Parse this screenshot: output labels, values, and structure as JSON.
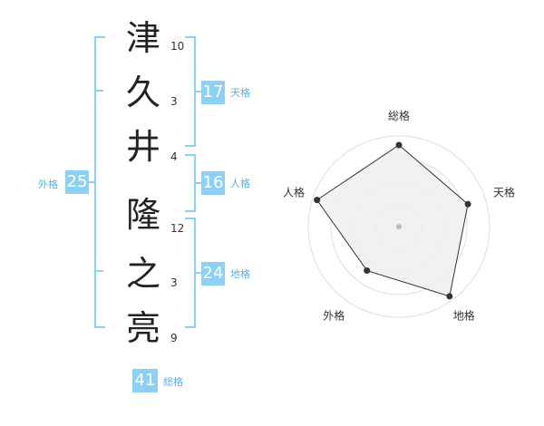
{
  "name": {
    "characters": [
      {
        "char": "津",
        "strokes": "10"
      },
      {
        "char": "久",
        "strokes": "3"
      },
      {
        "char": "井",
        "strokes": "4"
      },
      {
        "char": "隆",
        "strokes": "12"
      },
      {
        "char": "之",
        "strokes": "3"
      },
      {
        "char": "亮",
        "strokes": "9"
      }
    ]
  },
  "fortune": {
    "tenkaku": {
      "value": "17",
      "label": "天格"
    },
    "jinkaku": {
      "value": "16",
      "label": "人格"
    },
    "chikaku": {
      "value": "24",
      "label": "地格"
    },
    "gaikaku": {
      "value": "25",
      "label": "外格"
    },
    "soukaku": {
      "value": "41",
      "label": "総格"
    }
  },
  "chart_data": {
    "type": "radar",
    "axes": [
      "総格",
      "天格",
      "地格",
      "外格",
      "人格"
    ],
    "values": [
      0.9,
      0.8,
      0.95,
      0.6,
      0.95
    ],
    "max": 1,
    "rings": 4,
    "colors": {
      "fill": "#eeeeee",
      "ring": "#dddddd",
      "line": "#333333",
      "point": "#333333",
      "center": "#bbbbbb"
    }
  }
}
